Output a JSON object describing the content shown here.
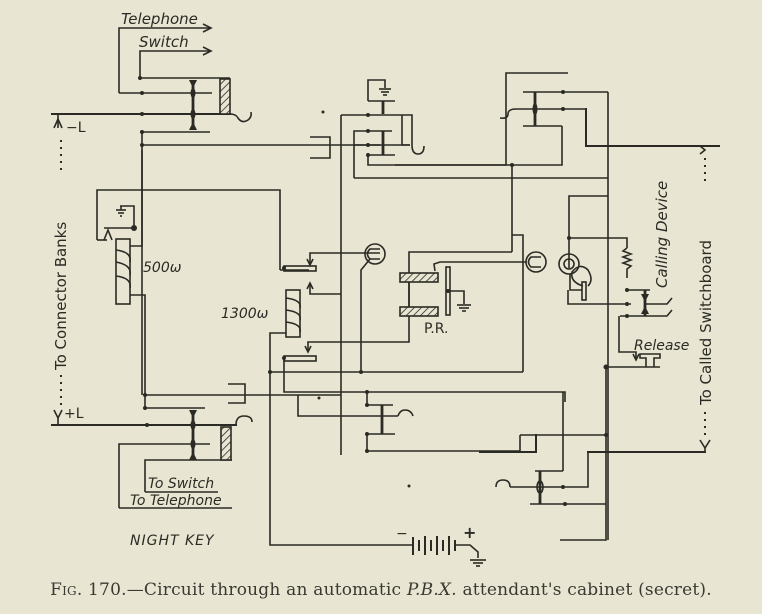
{
  "figure": {
    "caption_prefix": "Fig. 170.",
    "caption_text_1": "—Circuit through an automatic ",
    "caption_italic": "P.B.X.",
    "caption_text_2": " attendant's cabinet (secret)."
  },
  "labels": {
    "telephone_top": "Telephone",
    "switch_top": "Switch",
    "minus_l": "−L",
    "plus_l": "+L",
    "to_connector_banks": "To Connector Banks",
    "resistance_500": "500ω",
    "resistance_1300": "1300ω",
    "pr": "P.R.",
    "calling_device": "Calling Device",
    "release": "Release",
    "to_called_switchboard": "To Called Switchboard",
    "to_switch_bottom": "To Switch",
    "to_telephone_bottom": "To Telephone",
    "night_key": "NIGHT KEY",
    "battery_minus": "−",
    "battery_plus": "+"
  },
  "colors": {
    "paper": "#e8e6d2",
    "ink": "#2b2a24"
  }
}
